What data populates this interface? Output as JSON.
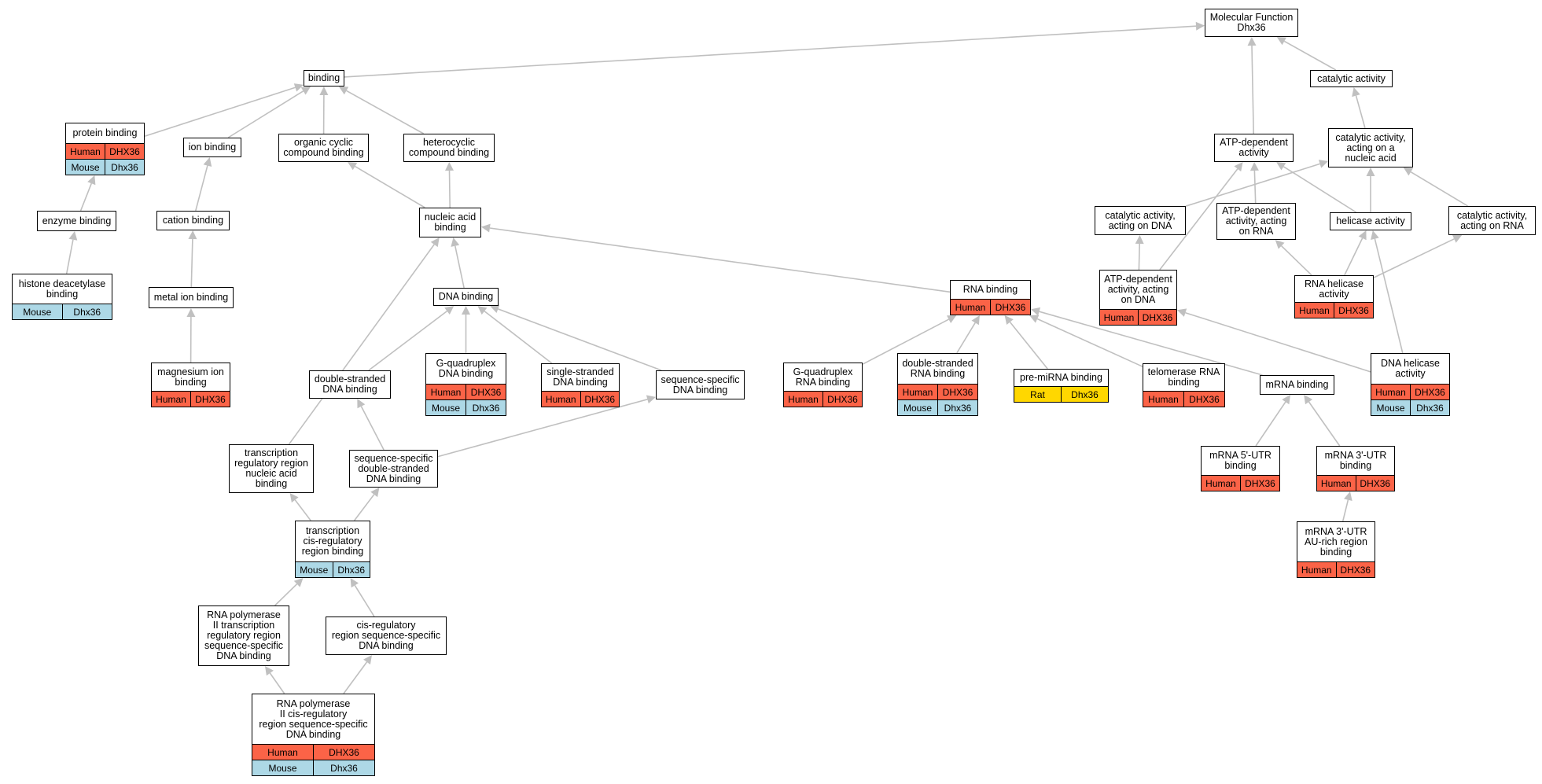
{
  "graph": {
    "species_colors": {
      "Human": "#fb6347",
      "Mouse": "#add8e6",
      "Rat": "#ffd700"
    },
    "nodes": [
      {
        "id": "mf",
        "label": "Molecular Function\nDhx36",
        "ann": []
      },
      {
        "id": "binding",
        "label": "binding",
        "ann": []
      },
      {
        "id": "catalytic",
        "label": "catalytic activity",
        "ann": []
      },
      {
        "id": "protein_binding",
        "label": "protein binding",
        "ann": [
          [
            "Human",
            "DHX36"
          ],
          [
            "Mouse",
            "Dhx36"
          ]
        ]
      },
      {
        "id": "ion_binding",
        "label": "ion binding",
        "ann": []
      },
      {
        "id": "organic_cyclic",
        "label": "organic cyclic\ncompound binding",
        "ann": []
      },
      {
        "id": "heterocyclic",
        "label": "heterocyclic\ncompound binding",
        "ann": []
      },
      {
        "id": "atp_dep",
        "label": "ATP-dependent\nactivity",
        "ann": []
      },
      {
        "id": "cat_nucleic",
        "label": "catalytic activity,\nacting on a\nnucleic acid",
        "ann": []
      },
      {
        "id": "enzyme_binding",
        "label": "enzyme binding",
        "ann": []
      },
      {
        "id": "cation_binding",
        "label": "cation binding",
        "ann": []
      },
      {
        "id": "nucleic_binding",
        "label": "nucleic acid\nbinding",
        "ann": []
      },
      {
        "id": "cat_dna",
        "label": "catalytic activity,\nacting on DNA",
        "ann": []
      },
      {
        "id": "atp_rna",
        "label": "ATP-dependent\nactivity, acting\non RNA",
        "ann": []
      },
      {
        "id": "helicase",
        "label": "helicase activity",
        "ann": []
      },
      {
        "id": "cat_rna",
        "label": "catalytic activity,\nacting on RNA",
        "ann": []
      },
      {
        "id": "histone",
        "label": "histone deacetylase\nbinding",
        "ann": [
          [
            "Mouse",
            "Dhx36"
          ]
        ]
      },
      {
        "id": "metal_ion",
        "label": "metal ion binding",
        "ann": []
      },
      {
        "id": "dna_binding",
        "label": "DNA binding",
        "ann": []
      },
      {
        "id": "rna_binding",
        "label": "RNA binding",
        "ann": [
          [
            "Human",
            "DHX36"
          ]
        ]
      },
      {
        "id": "atp_dna",
        "label": "ATP-dependent\nactivity, acting\non DNA",
        "ann": [
          [
            "Human",
            "DHX36"
          ]
        ]
      },
      {
        "id": "rna_helicase",
        "label": "RNA helicase\nactivity",
        "ann": [
          [
            "Human",
            "DHX36"
          ]
        ]
      },
      {
        "id": "magnesium",
        "label": "magnesium ion\nbinding",
        "ann": [
          [
            "Human",
            "DHX36"
          ]
        ]
      },
      {
        "id": "ds_dna",
        "label": "double-stranded\nDNA binding",
        "ann": []
      },
      {
        "id": "gq_dna",
        "label": "G-quadruplex\nDNA binding",
        "ann": [
          [
            "Human",
            "DHX36"
          ],
          [
            "Mouse",
            "Dhx36"
          ]
        ]
      },
      {
        "id": "ss_dna",
        "label": "single-stranded\nDNA binding",
        "ann": [
          [
            "Human",
            "DHX36"
          ]
        ]
      },
      {
        "id": "seq_dna",
        "label": "sequence-specific\nDNA binding",
        "ann": []
      },
      {
        "id": "gq_rna",
        "label": "G-quadruplex\nRNA binding",
        "ann": [
          [
            "Human",
            "DHX36"
          ]
        ]
      },
      {
        "id": "ds_rna",
        "label": "double-stranded\nRNA binding",
        "ann": [
          [
            "Human",
            "DHX36"
          ],
          [
            "Mouse",
            "Dhx36"
          ]
        ]
      },
      {
        "id": "pre_mirna",
        "label": "pre-miRNA binding",
        "ann": [
          [
            "Rat",
            "Dhx36"
          ]
        ]
      },
      {
        "id": "telomerase",
        "label": "telomerase RNA\nbinding",
        "ann": [
          [
            "Human",
            "DHX36"
          ]
        ]
      },
      {
        "id": "mrna_binding",
        "label": "mRNA binding",
        "ann": []
      },
      {
        "id": "dna_helicase",
        "label": "DNA helicase\nactivity",
        "ann": [
          [
            "Human",
            "DHX36"
          ],
          [
            "Mouse",
            "Dhx36"
          ]
        ]
      },
      {
        "id": "trans_reg_na",
        "label": "transcription\nregulatory region\nnucleic acid\nbinding",
        "ann": []
      },
      {
        "id": "seq_ds_dna",
        "label": "sequence-specific\ndouble-stranded\nDNA binding",
        "ann": []
      },
      {
        "id": "mrna5",
        "label": "mRNA 5'-UTR\nbinding",
        "ann": [
          [
            "Human",
            "DHX36"
          ]
        ]
      },
      {
        "id": "mrna3",
        "label": "mRNA 3'-UTR\nbinding",
        "ann": [
          [
            "Human",
            "DHX36"
          ]
        ]
      },
      {
        "id": "trans_cis",
        "label": "transcription\ncis-regulatory\nregion binding",
        "ann": [
          [
            "Mouse",
            "Dhx36"
          ]
        ]
      },
      {
        "id": "mrna3_au",
        "label": "mRNA 3'-UTR\nAU-rich region\nbinding",
        "ann": [
          [
            "Human",
            "DHX36"
          ]
        ]
      },
      {
        "id": "polii_trans",
        "label": "RNA polymerase\nII transcription\nregulatory region\nsequence-specific\nDNA binding",
        "ann": []
      },
      {
        "id": "cis_seq",
        "label": "cis-regulatory\nregion sequence-specific\nDNA binding",
        "ann": []
      },
      {
        "id": "polii_cis",
        "label": "RNA polymerase\nII cis-regulatory\nregion sequence-specific\nDNA binding",
        "ann": [
          [
            "Human",
            "DHX36"
          ],
          [
            "Mouse",
            "Dhx36"
          ]
        ]
      }
    ],
    "edges": [
      [
        "binding",
        "mf"
      ],
      [
        "catalytic",
        "mf"
      ],
      [
        "atp_dep",
        "mf"
      ],
      [
        "cat_nucleic",
        "catalytic"
      ],
      [
        "protein_binding",
        "binding"
      ],
      [
        "ion_binding",
        "binding"
      ],
      [
        "organic_cyclic",
        "binding"
      ],
      [
        "heterocyclic",
        "binding"
      ],
      [
        "enzyme_binding",
        "protein_binding"
      ],
      [
        "histone",
        "enzyme_binding"
      ],
      [
        "cation_binding",
        "ion_binding"
      ],
      [
        "metal_ion",
        "cation_binding"
      ],
      [
        "magnesium",
        "metal_ion"
      ],
      [
        "nucleic_binding",
        "organic_cyclic"
      ],
      [
        "nucleic_binding",
        "heterocyclic"
      ],
      [
        "dna_binding",
        "nucleic_binding"
      ],
      [
        "rna_binding",
        "nucleic_binding"
      ],
      [
        "trans_reg_na",
        "nucleic_binding"
      ],
      [
        "ds_dna",
        "dna_binding"
      ],
      [
        "gq_dna",
        "dna_binding"
      ],
      [
        "ss_dna",
        "dna_binding"
      ],
      [
        "seq_dna",
        "dna_binding"
      ],
      [
        "seq_ds_dna",
        "ds_dna"
      ],
      [
        "seq_ds_dna",
        "seq_dna"
      ],
      [
        "trans_cis",
        "trans_reg_na"
      ],
      [
        "trans_cis",
        "seq_ds_dna"
      ],
      [
        "polii_trans",
        "trans_cis"
      ],
      [
        "cis_seq",
        "trans_cis"
      ],
      [
        "polii_cis",
        "polii_trans"
      ],
      [
        "polii_cis",
        "cis_seq"
      ],
      [
        "gq_rna",
        "rna_binding"
      ],
      [
        "ds_rna",
        "rna_binding"
      ],
      [
        "pre_mirna",
        "rna_binding"
      ],
      [
        "telomerase",
        "rna_binding"
      ],
      [
        "mrna_binding",
        "rna_binding"
      ],
      [
        "mrna5",
        "mrna_binding"
      ],
      [
        "mrna3",
        "mrna_binding"
      ],
      [
        "mrna3_au",
        "mrna3"
      ],
      [
        "cat_dna",
        "cat_nucleic"
      ],
      [
        "helicase",
        "cat_nucleic"
      ],
      [
        "cat_rna",
        "cat_nucleic"
      ],
      [
        "atp_rna",
        "atp_dep"
      ],
      [
        "helicase",
        "atp_dep"
      ],
      [
        "atp_dna",
        "atp_dep"
      ],
      [
        "atp_dna",
        "cat_dna"
      ],
      [
        "rna_helicase",
        "atp_rna"
      ],
      [
        "rna_helicase",
        "helicase"
      ],
      [
        "rna_helicase",
        "cat_rna"
      ],
      [
        "dna_helicase",
        "helicase"
      ],
      [
        "dna_helicase",
        "atp_dna"
      ]
    ]
  }
}
